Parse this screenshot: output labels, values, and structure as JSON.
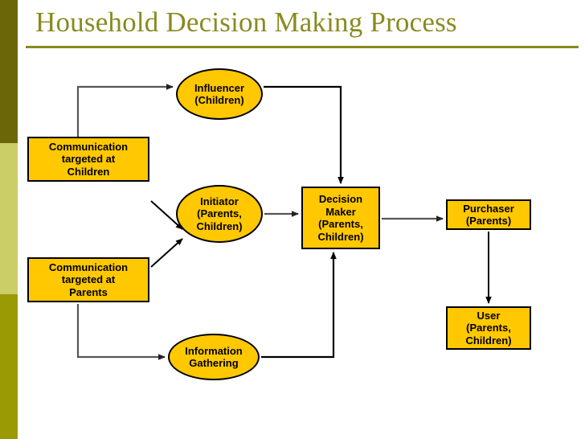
{
  "slide": {
    "title": "Household Decision Making Process",
    "accent_color": "#8a8a20",
    "node_fill": "#FFC800",
    "node_border": "#000000",
    "background": "#ffffff"
  },
  "sidebar": {
    "segments": [
      {
        "name": "top-band",
        "color": "#6b6608"
      },
      {
        "name": "middle-band",
        "color": "#cbcd67"
      },
      {
        "name": "bottom-band",
        "color": "#9a9a04"
      }
    ]
  },
  "diagram": {
    "type": "flowchart",
    "nodes": [
      {
        "id": "influencer",
        "shape": "ellipse",
        "label": "Influencer\n(Children)"
      },
      {
        "id": "comm-children",
        "shape": "rectangle",
        "label": "Communication\ntargeted at\nChildren"
      },
      {
        "id": "initiator",
        "shape": "ellipse",
        "label": "Initiator\n(Parents,\nChildren)"
      },
      {
        "id": "decision-maker",
        "shape": "rectangle",
        "label": "Decision\nMaker\n(Parents,\nChildren)"
      },
      {
        "id": "purchaser",
        "shape": "rectangle",
        "label": "Purchaser\n(Parents)"
      },
      {
        "id": "comm-parents",
        "shape": "rectangle",
        "label": "Communication\ntargeted at\nParents"
      },
      {
        "id": "user",
        "shape": "rectangle",
        "label": "User\n(Parents,\nChildren)"
      },
      {
        "id": "info-gathering",
        "shape": "ellipse",
        "label": "Information\nGathering"
      }
    ],
    "edges": [
      {
        "from": "comm-children",
        "to": "influencer",
        "style": "orthogonal"
      },
      {
        "from": "influencer",
        "to": "decision-maker",
        "style": "orthogonal"
      },
      {
        "from": "comm-children",
        "to": "initiator",
        "style": "diagonal"
      },
      {
        "from": "comm-parents",
        "to": "initiator",
        "style": "diagonal"
      },
      {
        "from": "initiator",
        "to": "decision-maker",
        "style": "straight"
      },
      {
        "from": "decision-maker",
        "to": "purchaser",
        "style": "straight"
      },
      {
        "from": "purchaser",
        "to": "user",
        "style": "straight"
      },
      {
        "from": "comm-parents",
        "to": "info-gathering",
        "style": "orthogonal"
      },
      {
        "from": "info-gathering",
        "to": "decision-maker",
        "style": "orthogonal"
      }
    ]
  }
}
